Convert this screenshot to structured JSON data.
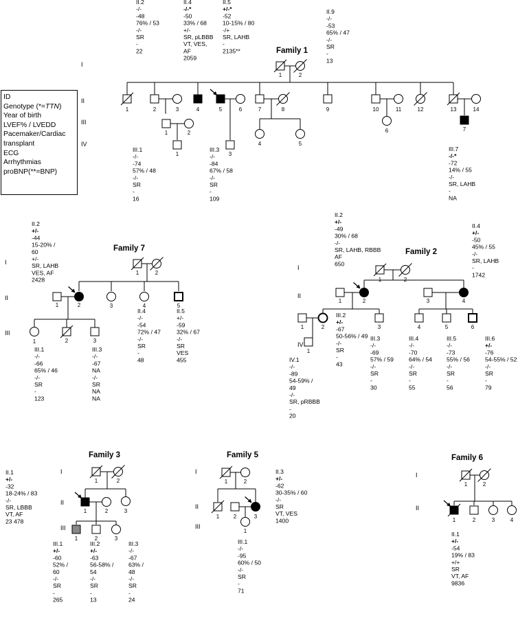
{
  "legend": {
    "lines": [
      "ID",
      "Genotype (*=TTN)",
      "Year of birth",
      "LVEF% / LVEDD",
      "Pacemaker/Cardiac",
      "transplant",
      "ECG",
      "Arrhythmias",
      "proBNP(**=BNP)"
    ]
  },
  "families": {
    "f1": {
      "title": "Family 1"
    },
    "f7": {
      "title": "Family 7"
    },
    "f2": {
      "title": "Family 2"
    },
    "f3": {
      "title": "Family 3"
    },
    "f5": {
      "title": "Family 5"
    },
    "f6": {
      "title": "Family 6"
    }
  },
  "generations": [
    "I",
    "II",
    "III",
    "IV"
  ],
  "annotations": {
    "f1_II2": [
      "II.2",
      "-/-",
      "-48",
      "76% / 53",
      "-/-",
      "SR",
      "-",
      "22"
    ],
    "f1_II4": [
      "II.4",
      "-/-*",
      "-50",
      "33% / 68",
      "+/-",
      "SR, pLBBB",
      "VT, VES,",
      "AF",
      "2059"
    ],
    "f1_II5": [
      "II.5",
      "+/-*",
      "-52",
      "10-15% / 80",
      "-/+",
      "SR, LAHB",
      "-",
      "2135**"
    ],
    "f1_II9": [
      "II.9",
      "-/-",
      "-53",
      "65% / 47",
      "-/-",
      "SR",
      "-",
      "13"
    ],
    "f1_III1": [
      "III.1",
      "-/-",
      "-74",
      "57% / 48",
      "-/-",
      "SR",
      "-",
      "16"
    ],
    "f1_III3": [
      "III.3",
      "-/-",
      "-84",
      "67% / 58",
      "-/-",
      "SR",
      "-",
      "109"
    ],
    "f1_III7": [
      "III.7",
      "-/-*",
      "-72",
      "14% / 55",
      "-/-",
      "SR, LAHB",
      "-",
      "NA"
    ],
    "f7_II2": [
      "II.2",
      "+/-",
      "-44",
      "15-20% /",
      "60",
      "+/-",
      "SR, LAHB",
      "VES, AF",
      "2428"
    ],
    "f7_III1": [
      "III.1",
      "-/-",
      "-66",
      "65% / 46",
      "-/-",
      "SR",
      "-",
      "123"
    ],
    "f7_III3": [
      "III.3",
      "-/-",
      "-67",
      "NA",
      "-/-",
      "SR",
      "NA",
      "NA"
    ],
    "f7_II4": [
      "II.4",
      "-/-",
      "-54",
      "72% / 47",
      "-/-",
      "SR",
      "-",
      "48"
    ],
    "f7_II5": [
      "II.5",
      "+/-",
      "-59",
      "32% / 67",
      "-/-",
      "SR",
      "VES",
      "455"
    ],
    "f2_II2": [
      "II.2",
      "+/-",
      "-49",
      "30% / 68",
      "-/-",
      "SR, LAHB, RBBB",
      "AF",
      "650"
    ],
    "f2_II4": [
      "II.4",
      "+/-",
      "-50",
      "45% / 55",
      "-/-",
      "SR, LAHB",
      "-",
      "1742"
    ],
    "f2_III2": [
      "III.2",
      "+/-",
      "-67",
      "50-56% / 49",
      "-/-",
      "SR",
      "-",
      "43"
    ],
    "f2_IV1": [
      "IV.1",
      "-/-",
      "-89",
      "54-59% /",
      "49",
      "-/-",
      "SR, pRBBB",
      "-",
      "20"
    ],
    "f2_III3": [
      "III.3",
      "-/-",
      "-69",
      "57% / 59",
      "-/-",
      "SR",
      "-",
      "30"
    ],
    "f2_III4": [
      "III.4",
      "-/-",
      "-70",
      "64% / 54",
      "-/-",
      "SR",
      "-",
      "55"
    ],
    "f2_III5": [
      "III.5",
      "-/-",
      "-73",
      "55% / 56",
      "-/-",
      "SR",
      "-",
      "56"
    ],
    "f2_III6": [
      "III.6",
      "+/-",
      "-76",
      "54-55% / 52",
      "-/-",
      "SR",
      "-",
      "79"
    ],
    "f3_II1": [
      "II.1",
      "+/-",
      "-32",
      "18-24% / 83",
      "-/-",
      "SR, LBBB",
      "VT, AF",
      "23 478"
    ],
    "f3_III1": [
      "III.1",
      "+/-",
      "-60",
      "52% /",
      "60",
      "-/-",
      "SR",
      "-",
      "265"
    ],
    "f3_III2": [
      "III.2",
      "+/-",
      "-63",
      "56-58% /",
      "54",
      "-/-",
      "SR",
      "-",
      "13"
    ],
    "f3_III3": [
      "III.3",
      "-/-",
      "-67",
      "63% /",
      "48",
      "-/-",
      "SR",
      "-",
      "24"
    ],
    "f5_II3": [
      "II.3",
      "+/-",
      "-62",
      "30-35% / 60",
      "-/-",
      "SR",
      "VT, VES",
      "1400"
    ],
    "f5_III1": [
      "III.1",
      "-/-",
      "-95",
      "60% / 50",
      "-/-",
      "SR",
      "-",
      "71"
    ],
    "f6_II1": [
      "II.1",
      "+/-",
      "-54",
      "19% / 83",
      "+/+",
      "SR",
      "VT, AF",
      "9836"
    ]
  }
}
